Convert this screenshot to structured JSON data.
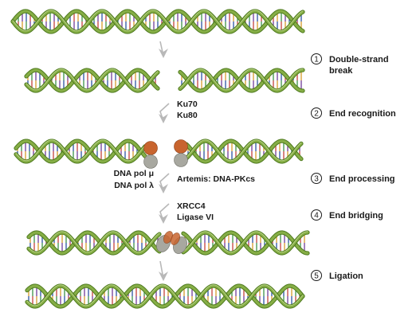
{
  "colors": {
    "strand_dark": "#4e7a1e",
    "strand_mid": "#86ae46",
    "strand_light": "#c2da92",
    "rung_colors": [
      "#3a5fa8",
      "#c8504a",
      "#d9a23a",
      "#4b9a55",
      "#7a4aa0"
    ],
    "ku70": "#c8642e",
    "ku80": "#a8a8a0",
    "arrow": "#b8b8b8"
  },
  "enzymes": {
    "ku70": "Ku70",
    "ku80": "Ku80",
    "artemis": "Artemis: DNA-PKcs",
    "pol_mu": "DNA pol μ",
    "pol_lambda": "DNA pol λ",
    "xrcc4": "XRCC4",
    "ligase": "Ligase VI"
  },
  "steps": [
    {
      "num": "1",
      "label": "Double-strand",
      "label2": "break"
    },
    {
      "num": "2",
      "label": "End recognition"
    },
    {
      "num": "3",
      "label": "End processing"
    },
    {
      "num": "4",
      "label": "End bridging"
    },
    {
      "num": "5",
      "label": "Ligation"
    }
  ]
}
